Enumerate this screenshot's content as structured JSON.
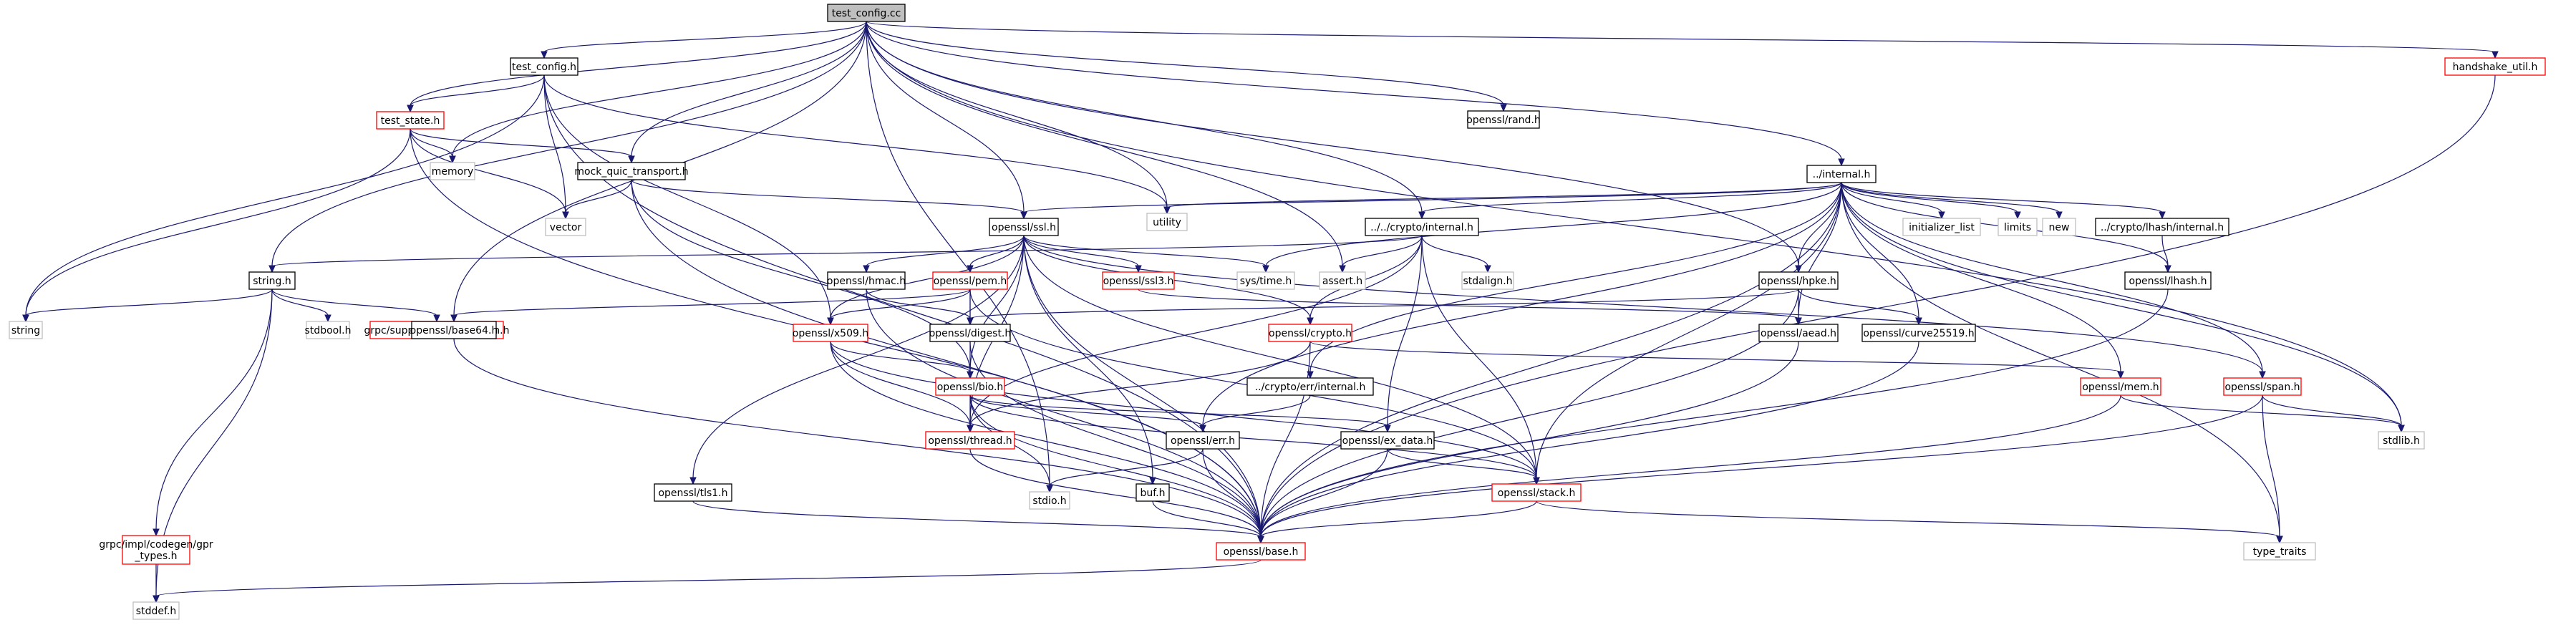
{
  "title": "test_config.cc",
  "colors": {
    "root_fill": "#bfbfbf",
    "normal_fill": "#ffffff",
    "normal_stroke": "#000000",
    "has_more_stroke": "#ff0000",
    "external_stroke": "#bfbfbf",
    "edge": "#191970"
  },
  "nodes": [
    {
      "id": "root",
      "label": "test_config.cc",
      "kind": "root"
    },
    {
      "id": "test_config_h",
      "label": "test_config.h",
      "kind": "normal"
    },
    {
      "id": "test_state_h",
      "label": "test_state.h",
      "kind": "red"
    },
    {
      "id": "memory",
      "label": "memory",
      "kind": "ext"
    },
    {
      "id": "mock_quic",
      "label": "mock_quic_transport.h",
      "kind": "normal"
    },
    {
      "id": "vector",
      "label": "vector",
      "kind": "ext"
    },
    {
      "id": "utility",
      "label": "utility",
      "kind": "ext"
    },
    {
      "id": "string_h",
      "label": "string.h",
      "kind": "normal"
    },
    {
      "id": "string",
      "label": "string",
      "kind": "ext"
    },
    {
      "id": "stdbool",
      "label": "stdbool.h",
      "kind": "ext"
    },
    {
      "id": "port_platform",
      "label": "grpc/support/port_platform.h",
      "kind": "red"
    },
    {
      "id": "gpr_types",
      "label": "grpc/impl/codegen/gpr\n_types.h",
      "kind": "red"
    },
    {
      "id": "stddef",
      "label": "stddef.h",
      "kind": "ext"
    },
    {
      "id": "base64",
      "label": "openssl/base64.h",
      "kind": "normal"
    },
    {
      "id": "ssl_h",
      "label": "openssl/ssl.h",
      "kind": "normal"
    },
    {
      "id": "hmac",
      "label": "openssl/hmac.h",
      "kind": "normal"
    },
    {
      "id": "pem",
      "label": "openssl/pem.h",
      "kind": "red"
    },
    {
      "id": "ssl3",
      "label": "openssl/ssl3.h",
      "kind": "red"
    },
    {
      "id": "sys_time",
      "label": "sys/time.h",
      "kind": "ext"
    },
    {
      "id": "assert",
      "label": "assert.h",
      "kind": "ext"
    },
    {
      "id": "tls1",
      "label": "openssl/tls1.h",
      "kind": "normal"
    },
    {
      "id": "buf",
      "label": "buf.h",
      "kind": "normal"
    },
    {
      "id": "x509",
      "label": "openssl/x509.h",
      "kind": "red"
    },
    {
      "id": "digest",
      "label": "openssl/digest.h",
      "kind": "normal"
    },
    {
      "id": "bio",
      "label": "openssl/bio.h",
      "kind": "red"
    },
    {
      "id": "thread",
      "label": "openssl/thread.h",
      "kind": "red"
    },
    {
      "id": "stdio",
      "label": "stdio.h",
      "kind": "ext"
    },
    {
      "id": "base",
      "label": "openssl/base.h",
      "kind": "red"
    },
    {
      "id": "rand",
      "label": "openssl/rand.h",
      "kind": "normal"
    },
    {
      "id": "crypto_internal",
      "label": "../../crypto/internal.h",
      "kind": "normal"
    },
    {
      "id": "stdalign",
      "label": "stdalign.h",
      "kind": "ext"
    },
    {
      "id": "crypto_h",
      "label": "openssl/crypto.h",
      "kind": "red"
    },
    {
      "id": "err_internal",
      "label": "../crypto/err/internal.h",
      "kind": "normal"
    },
    {
      "id": "err",
      "label": "openssl/err.h",
      "kind": "normal"
    },
    {
      "id": "ex_data",
      "label": "openssl/ex_data.h",
      "kind": "normal"
    },
    {
      "id": "stack",
      "label": "openssl/stack.h",
      "kind": "red"
    },
    {
      "id": "internal_h",
      "label": "../internal.h",
      "kind": "normal"
    },
    {
      "id": "initializer_list",
      "label": "initializer_list",
      "kind": "ext"
    },
    {
      "id": "limits",
      "label": "limits",
      "kind": "ext"
    },
    {
      "id": "new",
      "label": "new",
      "kind": "ext"
    },
    {
      "id": "fipsmodule",
      "label": "../crypto/lhash/internal.h",
      "kind": "normal"
    },
    {
      "id": "hpke",
      "label": "openssl/hpke.h",
      "kind": "normal"
    },
    {
      "id": "lhash",
      "label": "openssl/lhash.h",
      "kind": "normal"
    },
    {
      "id": "aead",
      "label": "openssl/aead.h",
      "kind": "normal"
    },
    {
      "id": "curve25519",
      "label": "openssl/curve25519.h",
      "kind": "normal"
    },
    {
      "id": "mem",
      "label": "openssl/mem.h",
      "kind": "red"
    },
    {
      "id": "span",
      "label": "openssl/span.h",
      "kind": "red"
    },
    {
      "id": "stdlib",
      "label": "stdlib.h",
      "kind": "ext"
    },
    {
      "id": "type_traits",
      "label": "type_traits",
      "kind": "ext"
    },
    {
      "id": "handshake_util",
      "label": "handshake_util.h",
      "kind": "red"
    }
  ],
  "edges": [
    [
      "root",
      "test_config_h"
    ],
    [
      "root",
      "test_state_h"
    ],
    [
      "root",
      "memory"
    ],
    [
      "root",
      "mock_quic"
    ],
    [
      "root",
      "string_h"
    ],
    [
      "root",
      "base64"
    ],
    [
      "root",
      "ssl_h"
    ],
    [
      "root",
      "utility"
    ],
    [
      "root",
      "stdio"
    ],
    [
      "root",
      "crypto_internal"
    ],
    [
      "root",
      "rand"
    ],
    [
      "root",
      "internal_h"
    ],
    [
      "root",
      "hpke"
    ],
    [
      "root",
      "stdlib"
    ],
    [
      "root",
      "handshake_util"
    ],
    [
      "root",
      "assert"
    ],
    [
      "test_config_h",
      "test_state_h"
    ],
    [
      "test_config_h",
      "string"
    ],
    [
      "test_config_h",
      "vector"
    ],
    [
      "test_config_h",
      "utility"
    ],
    [
      "test_config_h",
      "base"
    ],
    [
      "test_config_h",
      "x509"
    ],
    [
      "test_state_h",
      "memory"
    ],
    [
      "test_state_h",
      "mock_quic"
    ],
    [
      "test_state_h",
      "vector"
    ],
    [
      "test_state_h",
      "string"
    ],
    [
      "test_state_h",
      "base"
    ],
    [
      "mock_quic",
      "vector"
    ],
    [
      "mock_quic",
      "ssl_h"
    ],
    [
      "mock_quic",
      "base"
    ],
    [
      "mock_quic",
      "bio"
    ],
    [
      "string_h",
      "string"
    ],
    [
      "string_h",
      "stdbool"
    ],
    [
      "string_h",
      "port_platform"
    ],
    [
      "string_h",
      "gpr_types"
    ],
    [
      "string_h",
      "stddef"
    ],
    [
      "gpr_types",
      "stddef"
    ],
    [
      "base64",
      "base"
    ],
    [
      "ssl_h",
      "hmac"
    ],
    [
      "ssl_h",
      "pem"
    ],
    [
      "ssl_h",
      "ssl3"
    ],
    [
      "ssl_h",
      "sys_time"
    ],
    [
      "ssl_h",
      "tls1"
    ],
    [
      "ssl_h",
      "buf"
    ],
    [
      "ssl_h",
      "x509"
    ],
    [
      "ssl_h",
      "bio"
    ],
    [
      "ssl_h",
      "thread"
    ],
    [
      "ssl_h",
      "stack"
    ],
    [
      "ssl_h",
      "span"
    ],
    [
      "ssl_h",
      "base"
    ],
    [
      "ssl_h",
      "crypto_h"
    ],
    [
      "hmac",
      "digest"
    ],
    [
      "hmac",
      "base"
    ],
    [
      "pem",
      "base64"
    ],
    [
      "pem",
      "x509"
    ],
    [
      "pem",
      "bio"
    ],
    [
      "pem",
      "digest"
    ],
    [
      "pem",
      "stack"
    ],
    [
      "ssl3",
      "aead"
    ],
    [
      "tls1",
      "base"
    ],
    [
      "buf",
      "base"
    ],
    [
      "x509",
      "bio"
    ],
    [
      "x509",
      "thread"
    ],
    [
      "x509",
      "stack"
    ],
    [
      "x509",
      "base"
    ],
    [
      "digest",
      "base"
    ],
    [
      "bio",
      "thread"
    ],
    [
      "bio",
      "stdio"
    ],
    [
      "bio",
      "err"
    ],
    [
      "bio",
      "ex_data"
    ],
    [
      "bio",
      "stack"
    ],
    [
      "bio",
      "base"
    ],
    [
      "thread",
      "base"
    ],
    [
      "crypto_internal",
      "assert"
    ],
    [
      "crypto_internal",
      "stdalign"
    ],
    [
      "crypto_internal",
      "string_h"
    ],
    [
      "crypto_internal",
      "crypto_h"
    ],
    [
      "crypto_internal",
      "ex_data"
    ],
    [
      "crypto_internal",
      "stack"
    ],
    [
      "crypto_internal",
      "thread"
    ],
    [
      "crypto_h",
      "thread"
    ],
    [
      "crypto_h",
      "mem"
    ],
    [
      "crypto_h",
      "base"
    ],
    [
      "err_internal",
      "err"
    ],
    [
      "err",
      "stdio"
    ],
    [
      "err",
      "base"
    ],
    [
      "ex_data",
      "stack"
    ],
    [
      "ex_data",
      "base"
    ],
    [
      "stack",
      "base"
    ],
    [
      "stack",
      "type_traits"
    ],
    [
      "internal_h",
      "ssl_h"
    ],
    [
      "internal_h",
      "crypto_internal"
    ],
    [
      "internal_h",
      "utility"
    ],
    [
      "internal_h",
      "initializer_list"
    ],
    [
      "internal_h",
      "limits"
    ],
    [
      "internal_h",
      "new"
    ],
    [
      "internal_h",
      "fipsmodule"
    ],
    [
      "internal_h",
      "hpke"
    ],
    [
      "internal_h",
      "lhash"
    ],
    [
      "internal_h",
      "mem"
    ],
    [
      "internal_h",
      "span"
    ],
    [
      "internal_h",
      "stdlib"
    ],
    [
      "internal_h",
      "type_traits"
    ],
    [
      "internal_h",
      "sys_time"
    ],
    [
      "internal_h",
      "base"
    ],
    [
      "internal_h",
      "err"
    ],
    [
      "internal_h",
      "aead"
    ],
    [
      "internal_h",
      "curve25519"
    ],
    [
      "internal_h",
      "err_internal"
    ],
    [
      "internal_h",
      "stack"
    ],
    [
      "fipsmodule",
      "lhash"
    ],
    [
      "hpke",
      "digest"
    ],
    [
      "hpke",
      "aead"
    ],
    [
      "hpke",
      "curve25519"
    ],
    [
      "hpke",
      "base"
    ],
    [
      "lhash",
      "base"
    ],
    [
      "aead",
      "base"
    ],
    [
      "curve25519",
      "base"
    ],
    [
      "mem",
      "stdlib"
    ],
    [
      "mem",
      "base"
    ],
    [
      "span",
      "stdlib"
    ],
    [
      "span",
      "type_traits"
    ],
    [
      "span",
      "base"
    ],
    [
      "handshake_util",
      "base"
    ],
    [
      "base",
      "stddef"
    ]
  ]
}
